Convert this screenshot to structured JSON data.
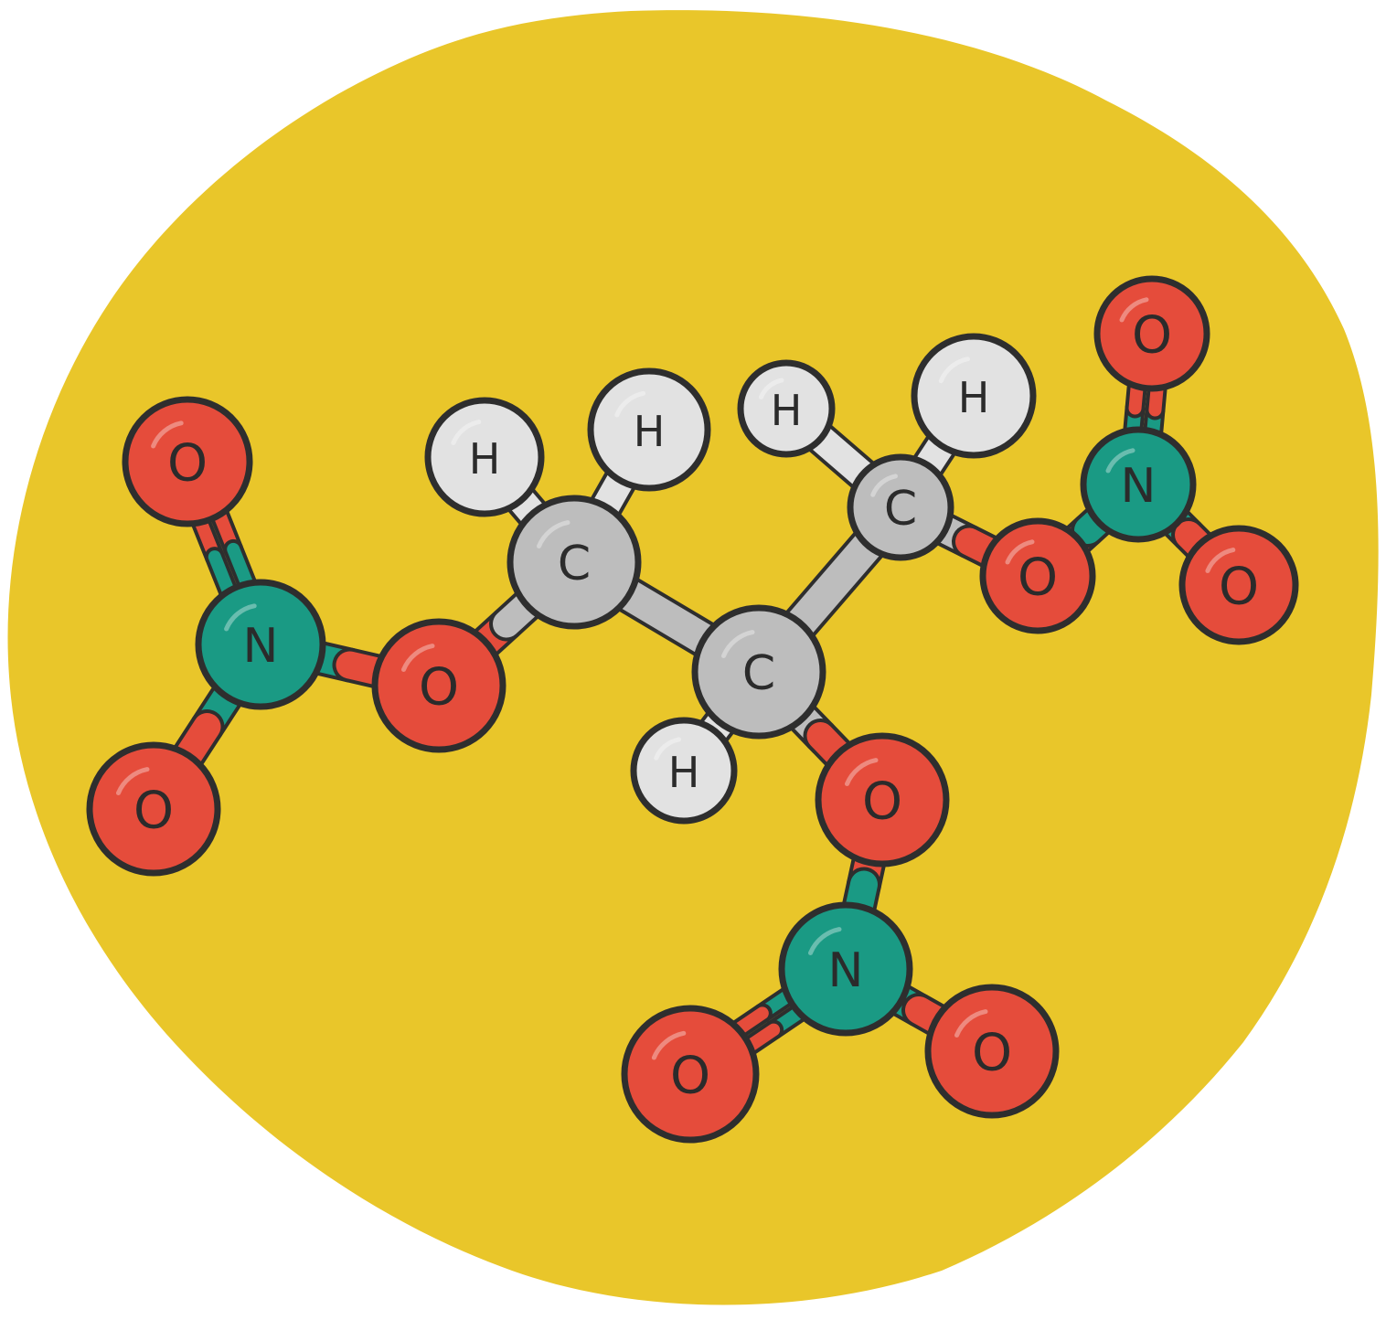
{
  "colors": {
    "background_blob": "#e9c62a",
    "outline": "#2e2e2e",
    "oxygen": "#e54c3b",
    "nitrogen": "#1a9a84",
    "carbon": "#bdbdbd",
    "hydrogen": "#e2e2e2",
    "page": "#ffffff"
  },
  "atoms": [
    {
      "id": "O1",
      "element": "oxygen",
      "label": "O"
    },
    {
      "id": "N1",
      "element": "nitrogen",
      "label": "N"
    },
    {
      "id": "O2",
      "element": "oxygen",
      "label": "O"
    },
    {
      "id": "O3",
      "element": "oxygen",
      "label": "O"
    },
    {
      "id": "C1",
      "element": "carbon",
      "label": "C"
    },
    {
      "id": "H1",
      "element": "hydrogen",
      "label": "H"
    },
    {
      "id": "H2",
      "element": "hydrogen",
      "label": "H"
    },
    {
      "id": "C2",
      "element": "carbon",
      "label": "C"
    },
    {
      "id": "H3",
      "element": "hydrogen",
      "label": "H"
    },
    {
      "id": "C3",
      "element": "carbon",
      "label": "C"
    },
    {
      "id": "H4",
      "element": "hydrogen",
      "label": "H"
    },
    {
      "id": "H5",
      "element": "hydrogen",
      "label": "H"
    },
    {
      "id": "O4",
      "element": "oxygen",
      "label": "O"
    },
    {
      "id": "N2",
      "element": "nitrogen",
      "label": "N"
    },
    {
      "id": "O5",
      "element": "oxygen",
      "label": "O"
    },
    {
      "id": "O6",
      "element": "oxygen",
      "label": "O"
    },
    {
      "id": "O7",
      "element": "oxygen",
      "label": "O"
    },
    {
      "id": "N3",
      "element": "nitrogen",
      "label": "N"
    },
    {
      "id": "O8",
      "element": "oxygen",
      "label": "O"
    },
    {
      "id": "O9",
      "element": "oxygen",
      "label": "O"
    }
  ],
  "bonds": [
    {
      "from": "O1",
      "to": "N1",
      "order": 2
    },
    {
      "from": "N1",
      "to": "O2",
      "order": 1
    },
    {
      "from": "N1",
      "to": "O3",
      "order": 1
    },
    {
      "from": "O3",
      "to": "C1",
      "order": 1
    },
    {
      "from": "C1",
      "to": "H1",
      "order": 1
    },
    {
      "from": "C1",
      "to": "H2",
      "order": 1
    },
    {
      "from": "C1",
      "to": "C2",
      "order": 1
    },
    {
      "from": "C2",
      "to": "H3",
      "order": 1
    },
    {
      "from": "C2",
      "to": "C3",
      "order": 1
    },
    {
      "from": "C3",
      "to": "H4",
      "order": 1
    },
    {
      "from": "C3",
      "to": "H5",
      "order": 1
    },
    {
      "from": "C3",
      "to": "O4",
      "order": 1
    },
    {
      "from": "O4",
      "to": "N2",
      "order": 1
    },
    {
      "from": "N2",
      "to": "O5",
      "order": 2
    },
    {
      "from": "N2",
      "to": "O6",
      "order": 1
    },
    {
      "from": "C2",
      "to": "O7",
      "order": 1
    },
    {
      "from": "O7",
      "to": "N3",
      "order": 1
    },
    {
      "from": "N3",
      "to": "O8",
      "order": 2
    },
    {
      "from": "N3",
      "to": "O9",
      "order": 1
    }
  ]
}
